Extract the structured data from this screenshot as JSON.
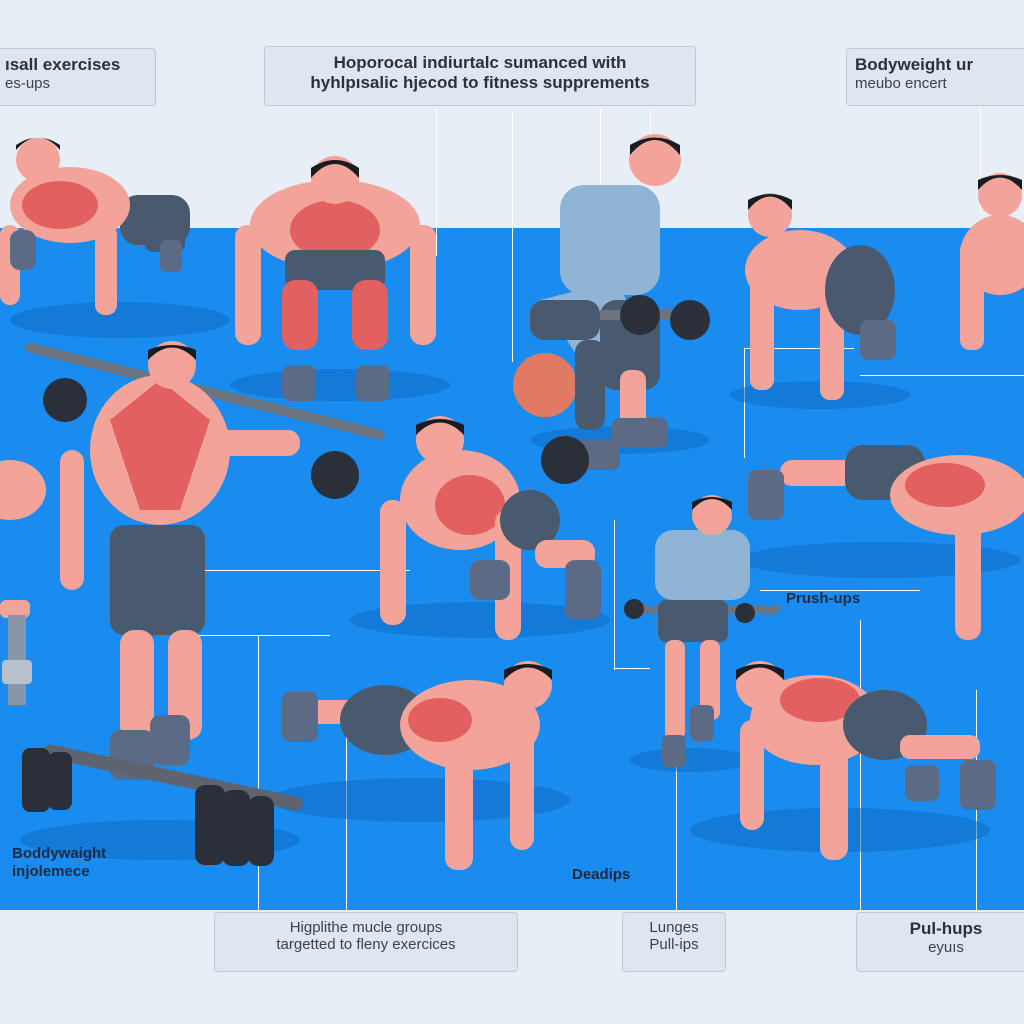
{
  "labels": {
    "top_left": {
      "line1": "ısall exercises",
      "line2": "es-ups"
    },
    "top_center": {
      "line1": "Hoporocal indiurtalc sumanced with",
      "line2": "hyhlpısalic hjecod to fitness supprements"
    },
    "top_right": {
      "line1": "Bodyweight ur",
      "line2": "meubo encert"
    },
    "bottom_center": {
      "line1": "Higplithe mucle groups",
      "line2": "targetted to fleny exercices"
    },
    "bottom_mid": {
      "line1": "Lunges",
      "line2": "Pull-ips"
    },
    "bottom_right": {
      "line1": "Pul-hups",
      "line2": "eyuıs"
    }
  },
  "floor_text": {
    "left_bottom_1": "Boddywaight",
    "left_bottom_2": "injolemece",
    "center_bottom": "Deadips",
    "right_mid": "Prush-ups"
  },
  "colors": {
    "floor": "#1a8cf0",
    "background": "#e8eef6",
    "skin": "#f2a49a",
    "muscle": "#e2605f",
    "shorts": "#4a5a6e",
    "shirt": "#8fb4d4",
    "shoe": "#5b6b85",
    "weight": "#2a2f3a",
    "ball": "#e07a62"
  }
}
